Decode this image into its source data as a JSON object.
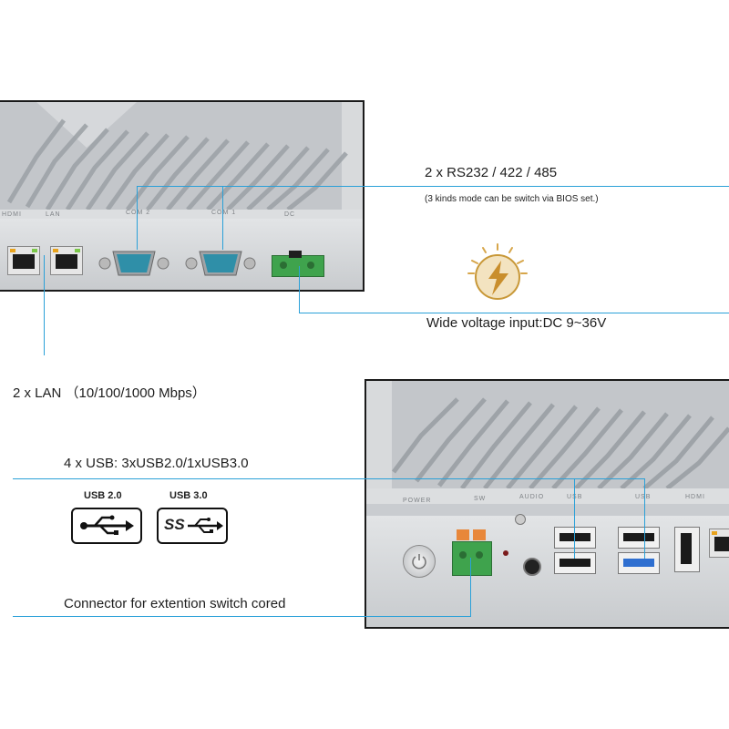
{
  "labels": {
    "rs232": "2 x RS232 / 422 / 485",
    "rs232_note": "(3 kinds mode can be switch via BIOS set.)",
    "voltage": "Wide voltage input:DC 9~36V",
    "lan": "2 x LAN （10/100/1000 Mbps）",
    "usb": "4 x USB: 3xUSB2.0/1xUSB3.0",
    "connector": "Connector for extention switch cored"
  },
  "usb_logos": {
    "usb2_title": "USB 2.0",
    "usb3_title": "USB 3.0",
    "usb3_mark": "SS"
  },
  "top_ports": [
    "HDMI",
    "LAN",
    "COM 2",
    "COM 1",
    "DC"
  ],
  "bottom_ports": [
    "POWER",
    "SW",
    "AUDIO",
    "USB",
    "USB",
    "HDMI"
  ],
  "colors": {
    "leader_line": "#2aa0d8",
    "power_icon_gold": "#d7a64a",
    "terminal_green": "#3fa34d",
    "terminal_orange": "#e8873a",
    "db9_teal": "#2f8fa8"
  }
}
